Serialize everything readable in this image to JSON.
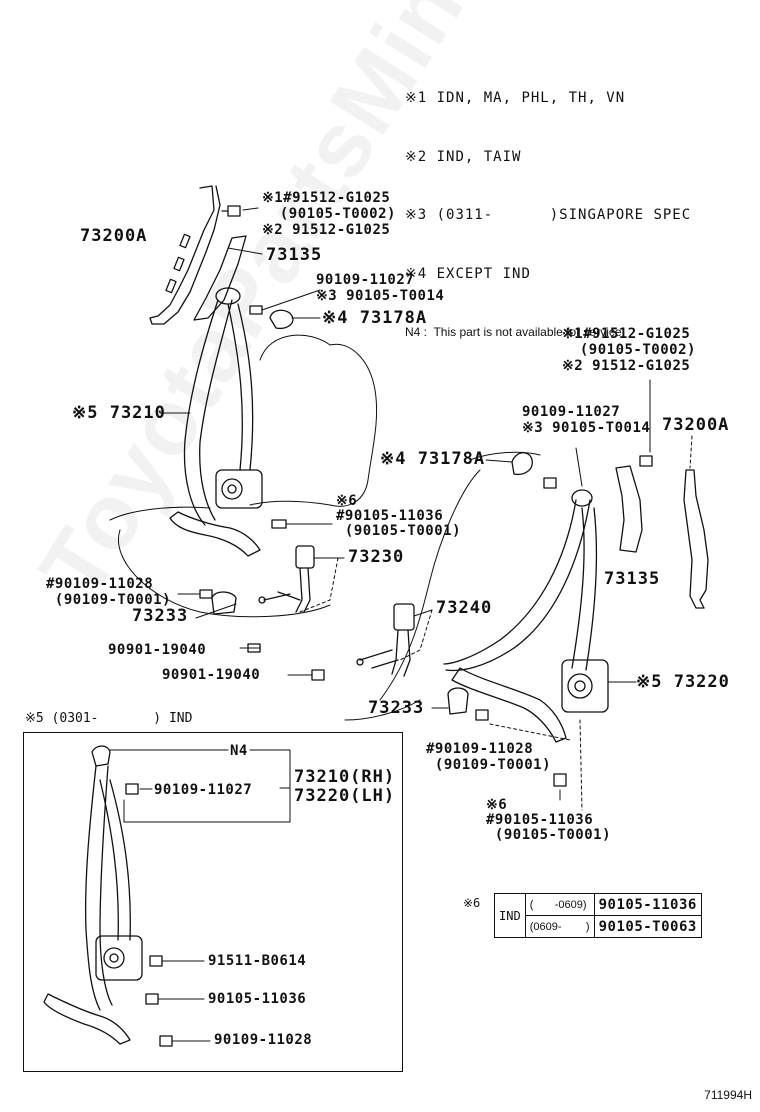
{
  "notes": {
    "line1": "※1 IDN, MA, PHL, TH, VN",
    "line2": "※2 IND, TAIW",
    "line3": "※3 (0311-      )SINGAPORE SPEC",
    "line4": "※4 EXCEPT IND",
    "n4_note": "N4 :  This part is not available for service"
  },
  "labels": {
    "l_73200a": "73200A",
    "l_ul_bolt": "※1#91512-G1025\n  (90105-T0002)\n※2 91512-G1025",
    "l_73135": "73135",
    "l_ul_anchor": "90109-11027\n※3 90105-T0014",
    "l_ul_73178a": "※4 73178A",
    "l_73210": "※5 73210",
    "l_ul_lower": "※6\n#90105-11036\n (90105-T0001)",
    "l_73230": "73230",
    "l_9010911028": "#90109-11028\n (90109-T0001)",
    "l_73233": "73233",
    "l_9090119040a": "90901-19040",
    "l_73240": "73240",
    "l_9090119040b": "90901-19040",
    "l_r_bolt": "※1#91512-G1025\n  (90105-T0002)\n※2 91512-G1025",
    "l_r_anchor": "90109-11027\n※3 90105-T0014",
    "l_r_73200a": "73200A",
    "l_r_73178a": "※4 73178A",
    "l_r_73135": "73135",
    "l_73220": "※5 73220",
    "l_r_73233": "73233",
    "l_r_9010911028": "#90109-11028\n (90109-T0001)",
    "l_r_lower": "※6\n#90105-11036\n (90105-T0001)"
  },
  "inset": {
    "title": "※5 (0301-       ) IND",
    "n4": "N4",
    "p1": "90109-11027",
    "rh": "73210(RH)",
    "lh": "73220(LH)",
    "p2": "91511-B0614",
    "p3": "90105-11036",
    "p4": "90109-11028"
  },
  "variant_table": {
    "mark": "※6",
    "region": "IND",
    "rows": [
      {
        "range": "(       -0609)",
        "part": "90105-11036"
      },
      {
        "range": "(0609-        )",
        "part": "90105-T0063"
      }
    ]
  },
  "code": "711994H",
  "watermark": "ToyotaPartsMine.ru"
}
